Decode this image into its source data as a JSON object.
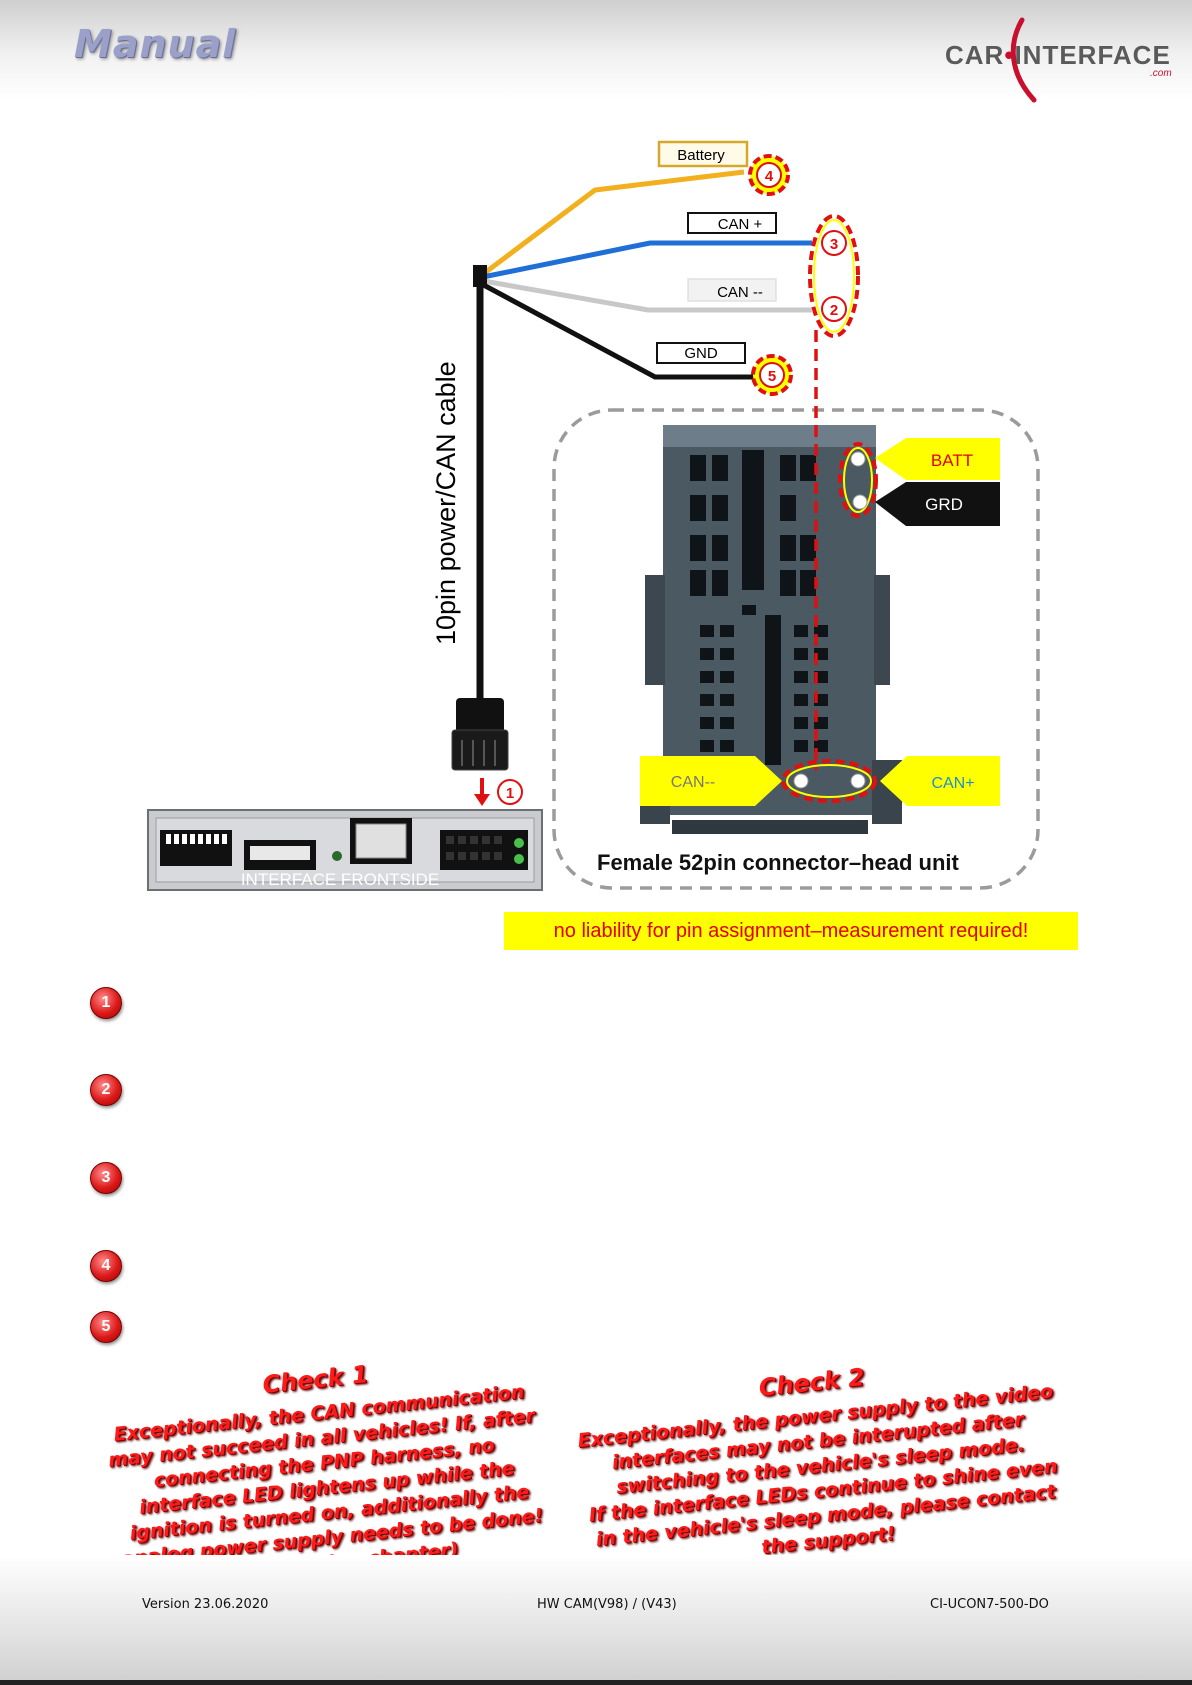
{
  "header": {
    "manual_logo": "Manual",
    "brand_part1": "CAR",
    "brand_part2": "INTERFACE",
    "brand_com": ".com"
  },
  "diagram": {
    "wire_labels": {
      "battery": "Battery",
      "can_plus": "CAN +",
      "can_minus": "CAN --",
      "gnd": "GND"
    },
    "cable_label": "10pin power/CAN cable",
    "pin_labels": {
      "batt": "BATT",
      "grd": "GRD",
      "can_minus": "CAN--",
      "can_plus": "CAN+"
    },
    "connector_caption": "Female 52pin connector–head unit",
    "interface_caption": "INTERFACE  FRONTSIDE",
    "markers": {
      "m1": "1",
      "m2": "2",
      "m3": "3",
      "m4": "4",
      "m5": "5"
    },
    "colors": {
      "battery": "#f2b01e",
      "can_plus": "#1f6fd6",
      "can_minus": "#c8c8c8",
      "gnd": "#111111",
      "marker": "#e01010",
      "highlight": "#ffff00"
    }
  },
  "warning": "no liability for pin assignment–measurement required!",
  "steps": [
    "1",
    "2",
    "3",
    "4",
    "5"
  ],
  "check1": {
    "title": "Check 1",
    "lines": [
      "Exceptionally, the CAN communication",
      "may not succeed in all vehicles! If, after",
      "connecting the PNP harness, no",
      "interface LED lightens up while the",
      "ignition is turned on, additionally the",
      "analog power supply needs to be done!",
      "(see following chapter)"
    ]
  },
  "check2": {
    "title": "Check 2",
    "lines": [
      "Exceptionally, the power supply to the video",
      "interfaces may not be interupted after",
      "switching to the vehicle's sleep mode.",
      "If the interface LEDs continue to shine even",
      "in the vehicle's sleep mode, please contact",
      "the support!"
    ]
  },
  "footer": {
    "version": "Version 23.06.2020",
    "hw": "HW CAM(V98) / (V43)",
    "doc_id": "CI-UCON7-500-DO"
  }
}
